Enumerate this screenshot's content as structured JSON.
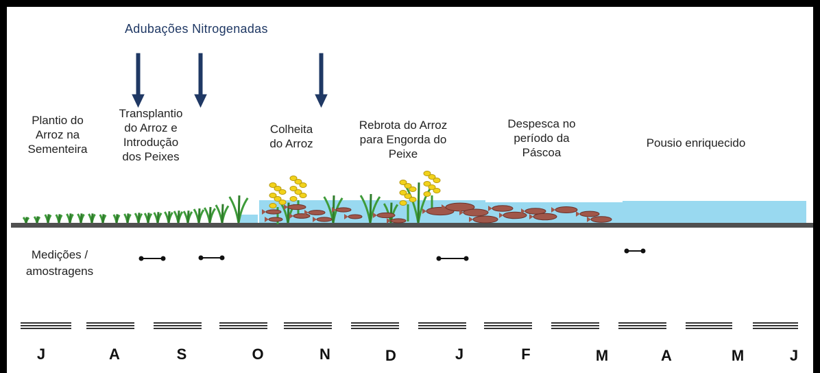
{
  "title": "Adubações Nitrogenadas",
  "stages": [
    {
      "text": "Plantio do\nArroz na\nSementeira"
    },
    {
      "text": "Transplantio\ndo Arroz e\nIntrodução\ndos Peixes"
    },
    {
      "text": "Colheita\ndo Arroz"
    },
    {
      "text": "Rebrota do Arroz\npara Engorda do\nPeixe"
    },
    {
      "text": "Despesca no\nperíodo da\nPáscoa"
    },
    {
      "text": "Pousio enriquecido"
    }
  ],
  "measurements_label": "Medições /\namostragens",
  "months": [
    "J",
    "A",
    "S",
    "O",
    "N",
    "D",
    "J",
    "F",
    "M",
    "A",
    "M",
    "J"
  ],
  "colors": {
    "title": "#1f3864",
    "arrow": "#1f3864",
    "water": "#99d9f0",
    "ground": "#505050",
    "fish": "#a0574a",
    "plant": "#3e9b3a",
    "grain": "#f2d21b"
  }
}
